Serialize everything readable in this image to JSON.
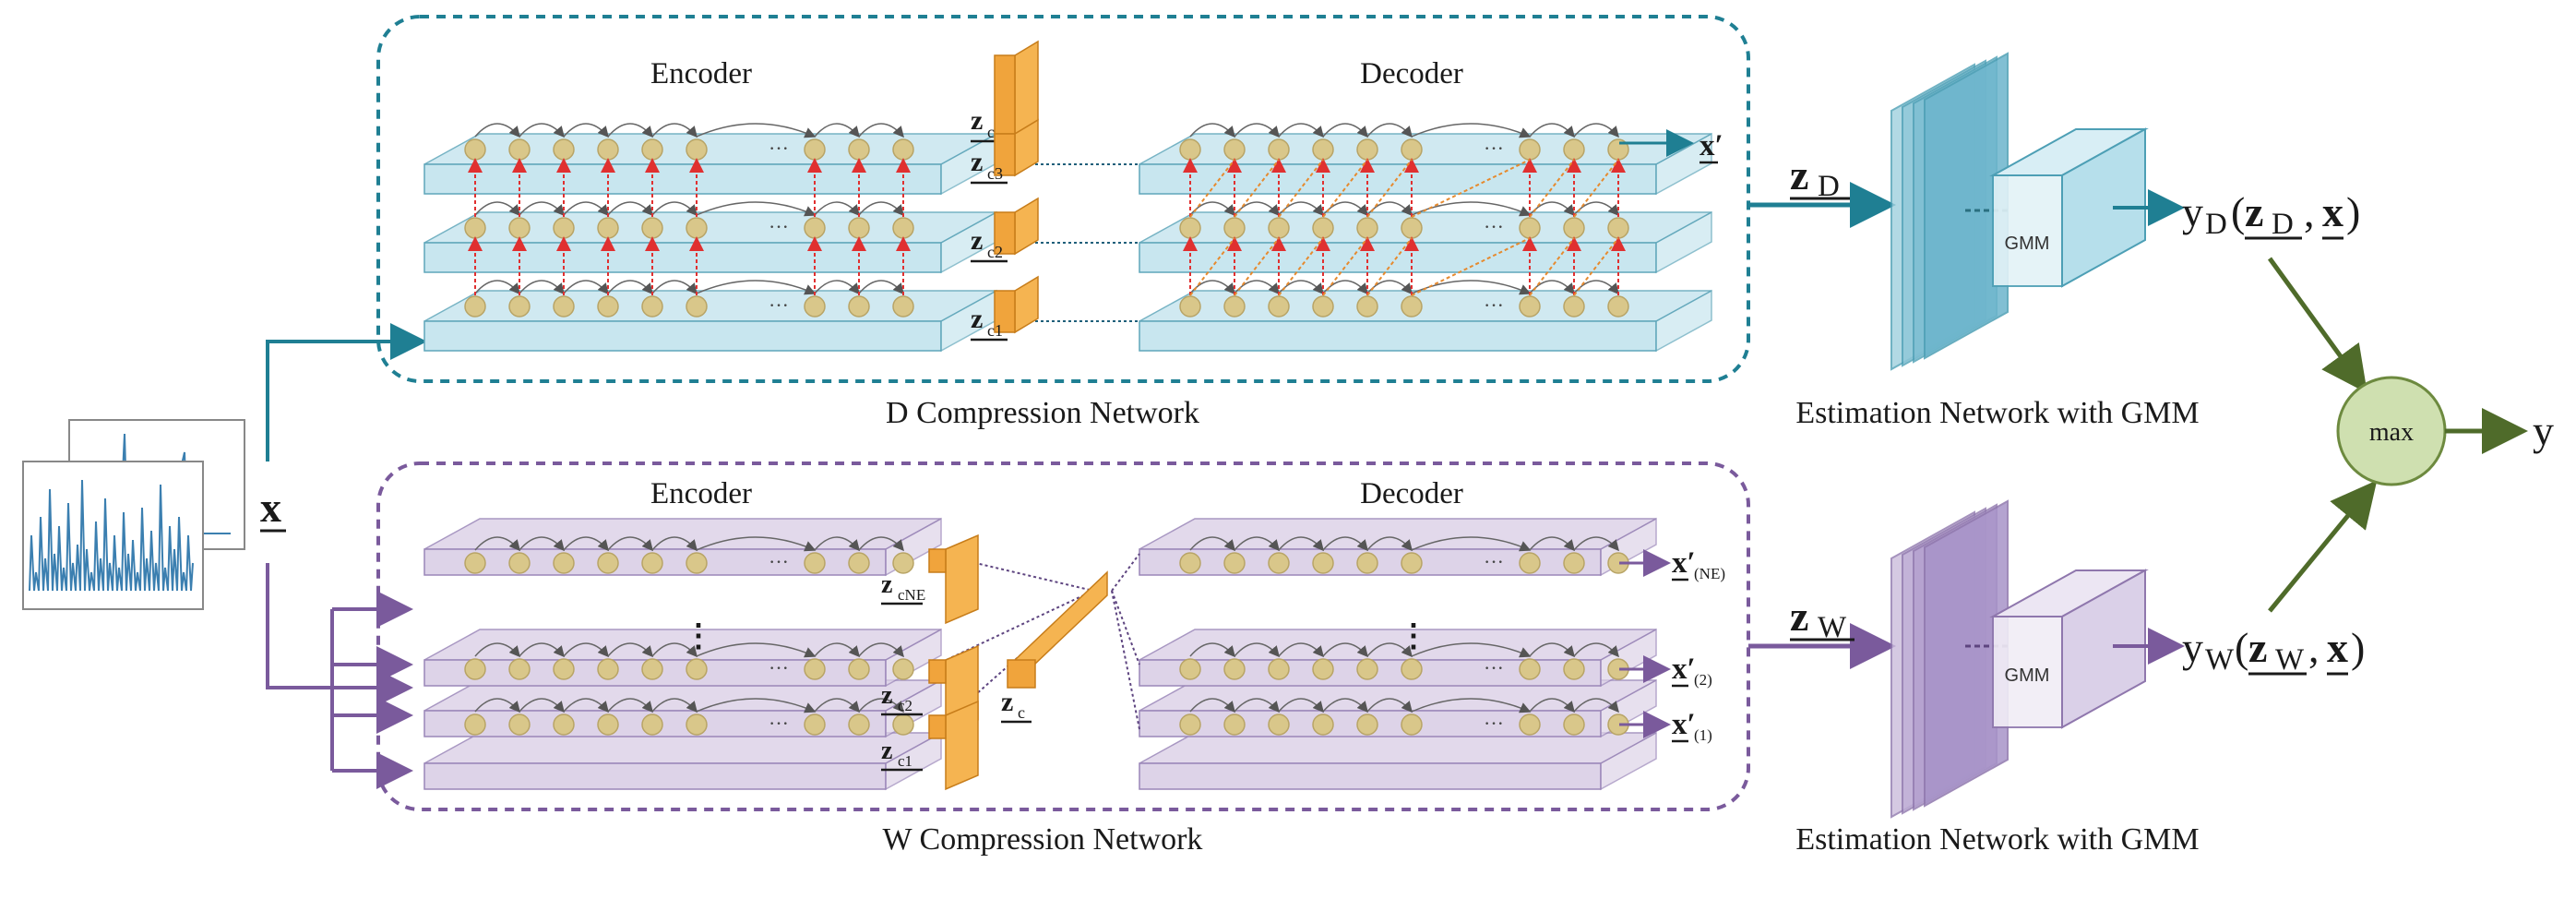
{
  "top": {
    "encoder_label": "Encoder",
    "decoder_label": "Decoder",
    "caption": "D Compression Network",
    "latents": [
      "z",
      "z",
      "z",
      "z"
    ],
    "latent_subs": [
      "c",
      "c3",
      "c2",
      "c1"
    ],
    "output": "x′",
    "ellipsis": "···",
    "z_out": "z",
    "z_out_sub": "D",
    "est_caption": "Estimation Network with GMM",
    "gmm_label": "GMM",
    "y_out_pre": "y",
    "y_out_sub": "D",
    "y_out_z": "z",
    "y_out_z_sub": "D",
    "y_out_x": "x"
  },
  "bottom": {
    "encoder_label": "Encoder",
    "decoder_label": "Decoder",
    "caption": "W Compression Network",
    "latents": [
      "z",
      "z",
      "z"
    ],
    "latent_subs": [
      "cNE",
      "c2",
      "c1"
    ],
    "center_latent": "z",
    "center_latent_sub": "c",
    "outputs": [
      "x′",
      "x′",
      "x′"
    ],
    "output_subs": [
      "(NE)",
      "(2)",
      "(1)"
    ],
    "vdots": "⋮",
    "ellipsis": "···",
    "z_out": "z",
    "z_out_sub": "W",
    "est_caption": "Estimation Network with GMM",
    "gmm_label": "GMM",
    "y_out_pre": "y",
    "y_out_sub": "W",
    "y_out_z": "z",
    "y_out_z_sub": "W",
    "y_out_x": "x"
  },
  "input_label": "x",
  "max_label": "max",
  "final_output": "y",
  "colors": {
    "teal": "#1f7f93",
    "purple": "#7a5a9c",
    "green": "#4f6b2a",
    "layer_blue": "#c8e6ef",
    "layer_purple": "#ddd3e8",
    "node": "#d9c78a",
    "latent": "#f0a43c",
    "max_fill": "#cfe0b0",
    "red_dash": "#e03030"
  }
}
